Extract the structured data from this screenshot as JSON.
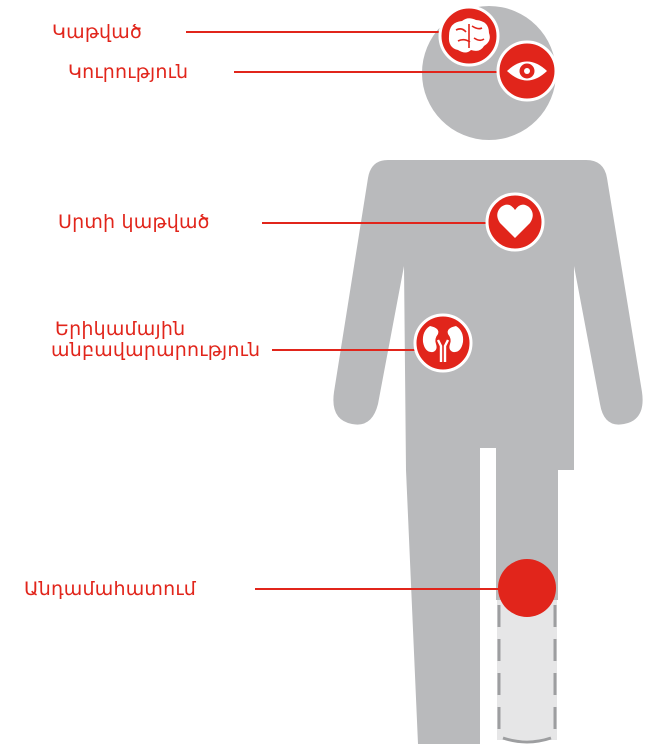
{
  "labels": {
    "stroke": "Կաթված",
    "blindness": "Կուրություն",
    "heart_attack": "Սրտի կաթված",
    "kidney_failure_line1": "Երիկամային",
    "kidney_failure_line2": "անբավարարություն",
    "amputation": "Անդամահատում"
  },
  "colors": {
    "accent": "#e1251b",
    "body": "#b9babc",
    "amputated_leg": "#e6e6e7",
    "dash": "#9d9ea0"
  },
  "icons": [
    "brain-icon",
    "eye-icon",
    "heart-icon",
    "kidneys-icon"
  ]
}
